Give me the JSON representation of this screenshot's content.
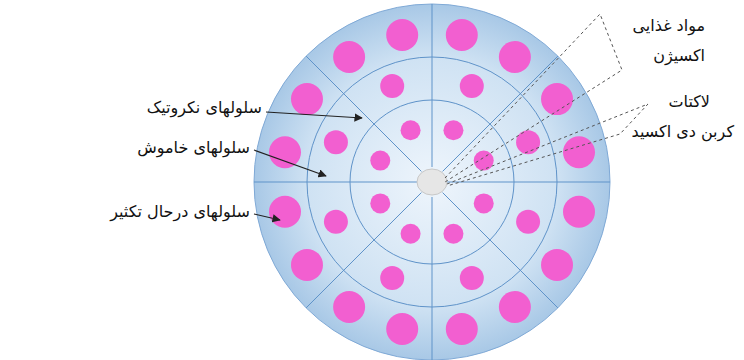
{
  "diagram": {
    "labels": [
      "مواد غذایی",
      "اکسیژن",
      "لاکتات",
      "سلولهای نکروتیک",
      "کربن دی اکسید",
      "سلولهای خاموش",
      "سلولهای درحال تکثیر"
    ]
  }
}
